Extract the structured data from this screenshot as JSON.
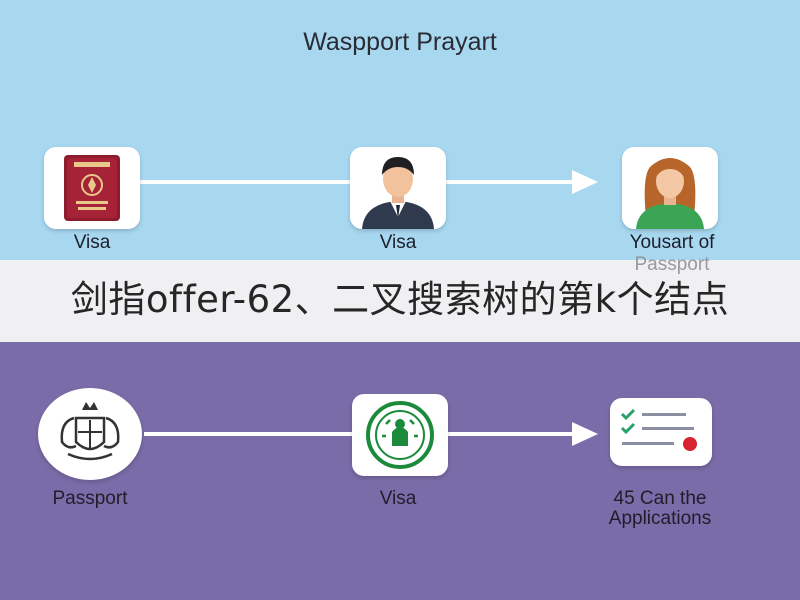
{
  "colors": {
    "top_background": "#a7d8f0",
    "bottom_background": "#7a6ca8",
    "banner_background": "#eeeef2"
  },
  "top_diagram": {
    "title": "Waspport Prayart",
    "nodes": [
      {
        "icon": "passport-icon",
        "label": "Visa"
      },
      {
        "icon": "man-avatar-icon",
        "label": "Visa"
      },
      {
        "icon": "woman-avatar-icon",
        "label": "Yousart of",
        "label_line2": "Passport"
      }
    ]
  },
  "banner": {
    "text": "剑指offer-62、二叉搜索树的第k个结点"
  },
  "bottom_diagram": {
    "nodes": [
      {
        "icon": "coat-of-arms-icon",
        "label": "Passport"
      },
      {
        "icon": "visa-seal-icon",
        "label": "Visa"
      },
      {
        "icon": "application-checklist-icon",
        "label": "45 Can the",
        "label_line2": "Applications"
      }
    ]
  }
}
